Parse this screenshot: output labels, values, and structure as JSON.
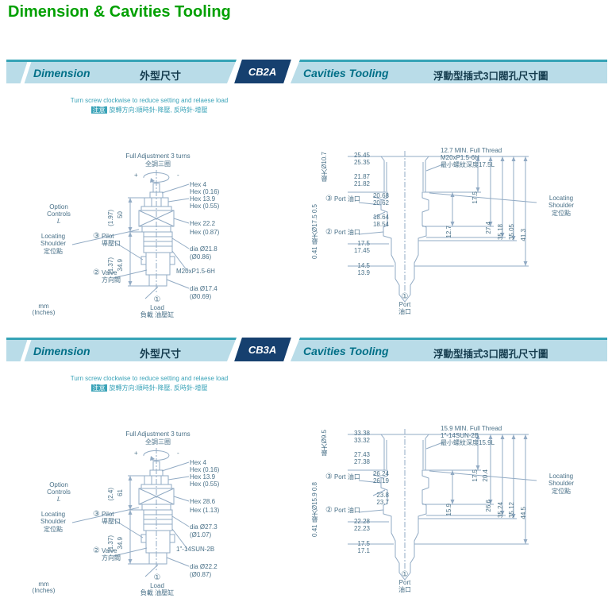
{
  "page_title": "Dimension & Cavities Tooling",
  "colors": {
    "title_green": "#00a000",
    "header_bg": "#b9dce8",
    "header_line": "#35a3b6",
    "header_teal": "#006f87",
    "header_dark": "#153c4e",
    "badge_bg": "#16406f",
    "badge_text": "#ffffff",
    "note_teal": "#3aa3b8",
    "draw_text": "#4a7188",
    "draw_line": "#92abc4"
  },
  "sections": [
    {
      "model": "CB2A",
      "header": {
        "dim_en": "Dimension",
        "dim_zh": "外型尺寸",
        "cav_en": "Cavities Tooling",
        "cav_zh": "浮動型插式3口閥孔尺寸圖"
      },
      "note": {
        "line1": "Turn screw clockwise to reduce setting and relaese load",
        "badge": "注意",
        "line2": "旋轉方向:順時針-降壓, 反時針-增壓"
      },
      "dim": {
        "full_adj_en": "Full Adjustment 3 turns",
        "full_adj_zh": "全調三圈",
        "plus": "+",
        "minus": "-",
        "hex_labels": [
          "Hex 4",
          "Hex (0.16)",
          "Hex 13.9",
          "Hex (0.55)"
        ],
        "hex_mid": [
          "Hex 22.2",
          "Hex (0.87)"
        ],
        "dia1": [
          "dia Ø21.8",
          "(Ø0.86)"
        ],
        "thread": "M20xP1.5-6H",
        "dia2": [
          "dia Ø17.4",
          "(Ø0.69)"
        ],
        "option": [
          "Option",
          "Controls",
          "L"
        ],
        "len1": [
          "50",
          "(1.97)"
        ],
        "locating": [
          "Locating",
          "Shoulder",
          "定位點"
        ],
        "len2": [
          "34.9",
          "(1.37)"
        ],
        "units": [
          "mm",
          "(Inches)"
        ],
        "port3": {
          "num": "③",
          "en": "Pilot",
          "zh": "導壓口"
        },
        "port2": {
          "num": "②",
          "en": "Valve",
          "zh": "方向閥"
        },
        "port1": {
          "num": "①",
          "en": "Load",
          "zh": "負載 油壓缸"
        }
      },
      "cav": {
        "thread_note": [
          "12.7 MIN. Full Thread",
          "M20xP1.5-6H",
          "最小螺紋深度17.5L"
        ],
        "vert_top": "最大Ø10.7",
        "vert_mid": "0.41 最大Ø17.5 0.5",
        "pairs": [
          [
            "25.45",
            "25.35"
          ],
          [
            "21.87",
            "21.82"
          ],
          [
            "20.68",
            "20.62"
          ],
          [
            "18.64",
            "18.54"
          ],
          [
            "17.5",
            "17.45"
          ],
          [
            "14.5",
            "13.9"
          ]
        ],
        "port3": {
          "num": "③",
          "text": "Port 油口"
        },
        "port2": {
          "num": "②",
          "text": "Port 油口"
        },
        "port1": {
          "num": "①",
          "en": "Port",
          "zh": "油口"
        },
        "right_dims": {
          "t1": "17.5",
          "t2": "",
          "near": "12.7",
          "c1": "27.4",
          "c2": "35.18",
          "c3": "35.05",
          "c4": "41.3"
        },
        "locating": [
          "Locating",
          "Shoulder",
          "定位點"
        ]
      }
    },
    {
      "model": "CB3A",
      "header": {
        "dim_en": "Dimension",
        "dim_zh": "外型尺寸",
        "cav_en": "Cavities Tooling",
        "cav_zh": "浮動型插式3口閥孔尺寸圖"
      },
      "note": {
        "line1": "Turn screw clockwise to reduce setting and relaese load",
        "badge": "注意",
        "line2": "旋轉方向:順時針-降壓, 反時針-增壓"
      },
      "dim": {
        "full_adj_en": "Full Adjustment 3 turns",
        "full_adj_zh": "全調三圈",
        "plus": "+",
        "minus": "-",
        "hex_labels": [
          "Hex 4",
          "Hex (0.16)",
          "Hex 13.9",
          "Hex (0.55)"
        ],
        "hex_mid": [
          "Hex 28.6",
          "Hex (1.13)"
        ],
        "dia1": [
          "dia Ø27.3",
          "(Ø1.07)"
        ],
        "thread": "1\"-14SUN-2B",
        "dia2": [
          "dia Ø22.2",
          "(Ø0.87)"
        ],
        "option": [
          "Option",
          "Controls",
          "L"
        ],
        "len1": [
          "61",
          "(2.4)"
        ],
        "locating": [
          "Locating",
          "Shoulder",
          "定位點"
        ],
        "len2": [
          "34.9",
          "(1.37)"
        ],
        "units": [
          "mm",
          "(Inches)"
        ],
        "port3": {
          "num": "③",
          "en": "Pilot",
          "zh": "導壓口"
        },
        "port2": {
          "num": "②",
          "en": "Valve",
          "zh": "方向閥"
        },
        "port1": {
          "num": "①",
          "en": "Load",
          "zh": "負載 油壓缸"
        }
      },
      "cav": {
        "thread_note": [
          "15.9 MIN. Full Thread",
          "1\"-14SUN-2B",
          "最小螺紋深度15.9L"
        ],
        "vert_top": "最大Ø9.5",
        "vert_mid": "0.41 最大Ø15.9 0.8",
        "pairs": [
          [
            "33.38",
            "33.32"
          ],
          [
            "27.43",
            "27.38"
          ],
          [
            "26.24",
            "26.19"
          ],
          [
            "23.8",
            "23.7"
          ],
          [
            "22.28",
            "22.23"
          ],
          [
            "17.5",
            "17.1"
          ]
        ],
        "port3": {
          "num": "③",
          "text": "Port 油口"
        },
        "port2": {
          "num": "②",
          "text": "Port 油口"
        },
        "port1": {
          "num": "①",
          "en": "Port",
          "zh": "油口"
        },
        "right_dims": {
          "t1": "17.5",
          "t2": "20.4",
          "near": "15.9",
          "c1": "26.6",
          "c2": "35.24",
          "c3": "35.12",
          "c4": "44.5"
        },
        "locating": [
          "Locating",
          "Shoulder",
          "定位點"
        ]
      }
    }
  ]
}
